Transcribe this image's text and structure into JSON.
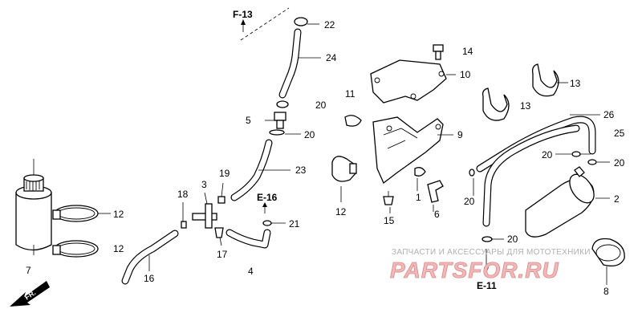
{
  "refs": {
    "f13": "F-13",
    "e16": "E-16",
    "e11": "E-11",
    "fr": "FR."
  },
  "labels": {
    "p1": "1",
    "p2": "2",
    "p3": "3",
    "p4": "4",
    "p5": "5",
    "p6": "6",
    "p7": "7",
    "p8": "8",
    "p9": "9",
    "p10": "10",
    "p11": "11",
    "p12a": "12",
    "p12b": "12",
    "p12c": "12",
    "p13a": "13",
    "p13b": "13",
    "p14": "14",
    "p15": "15",
    "p16": "16",
    "p17": "17",
    "p18": "18",
    "p19": "19",
    "p20a": "20",
    "p20b": "20",
    "p20c": "20",
    "p20d": "20",
    "p20e": "20",
    "p20f": "20",
    "p21": "21",
    "p22": "22",
    "p23": "23",
    "p24": "24",
    "p25": "25",
    "p26": "26"
  },
  "watermark": {
    "caption": "ЗАПЧАСТИ И АКСЕССУАРЫ ДЛЯ МОТОТЕХНИКИ",
    "brand": "PARTSFOR.RU"
  },
  "icons": [
    "fr-arrow-icon",
    "reference-arrow-icon"
  ]
}
